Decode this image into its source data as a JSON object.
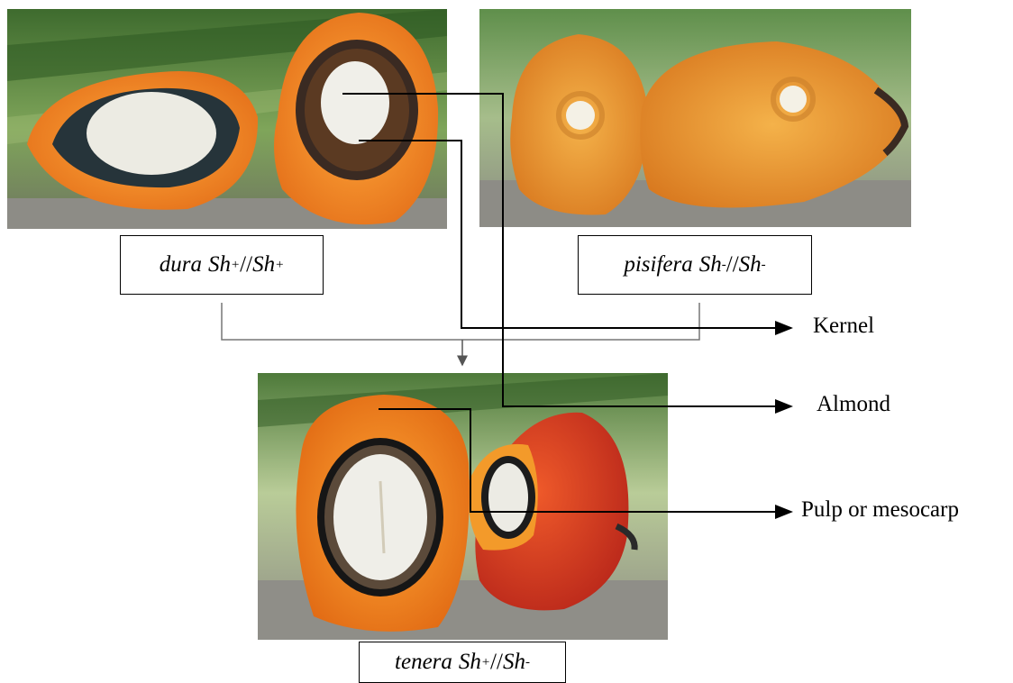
{
  "varieties": {
    "dura": {
      "name": "dura",
      "genotype_a": "Sh",
      "sup_a": "+",
      "sep": "//",
      "genotype_b": "Sh",
      "sup_b": "+"
    },
    "pisifera": {
      "name": "pisifera",
      "genotype_a": "Sh",
      "sup_a": "-",
      "sep": "//",
      "genotype_b": "Sh",
      "sup_b": "-"
    },
    "tenera": {
      "name": "tenera",
      "genotype_a": "Sh",
      "sup_a": "+",
      "sep": "//",
      "genotype_b": "Sh",
      "sup_b": "-"
    }
  },
  "parts": {
    "kernel": "Kernel",
    "almond": "Almond",
    "pulp": "Pulp or mesocarp"
  },
  "colors": {
    "pulp_orange": "#f08a1c",
    "skin_red": "#c8301a",
    "shell_black": "#1d1d1d",
    "almond_white": "#eeeae2",
    "background_green": "#5f8a3d",
    "table_gray": "#8a8a86",
    "connector_line_dark": "#000000",
    "cross_line_gray": "#777777"
  }
}
